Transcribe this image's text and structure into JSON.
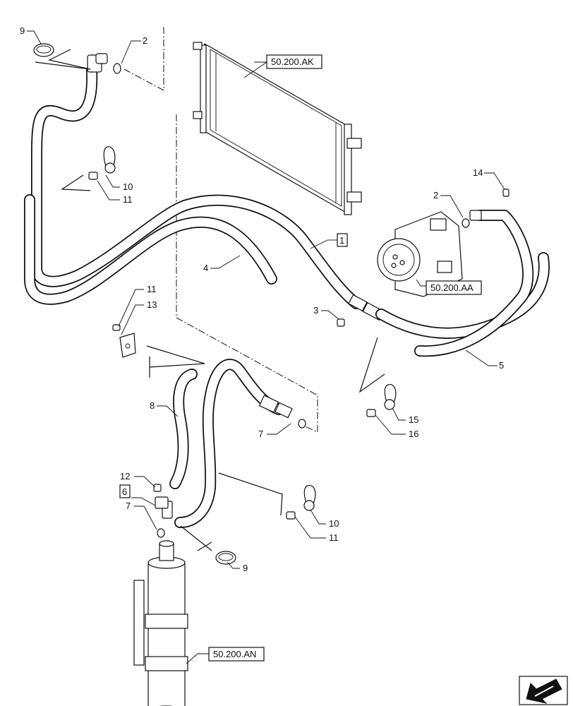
{
  "callouts": {
    "c9_top": "9",
    "c2_top": "2",
    "c10_top": "10",
    "c11_top": "11",
    "c4": "4",
    "c14": "14",
    "c2_right": "2",
    "c3": "3",
    "c5": "5",
    "c11_mid": "11",
    "c13": "13",
    "c8": "8",
    "c7_mid": "7",
    "c15": "15",
    "c16": "16",
    "c12": "12",
    "c7_low": "7",
    "c10_low": "10",
    "c11_low": "11",
    "c9_low": "9"
  },
  "boxed_labels": {
    "ref_ak": "50.200.AK",
    "ref_aa": "50.200.AA",
    "ref_an": "50.200.AN",
    "item_1": "1",
    "item_6": "6"
  },
  "icons": {
    "nav": "arrow-left-down-icon"
  }
}
